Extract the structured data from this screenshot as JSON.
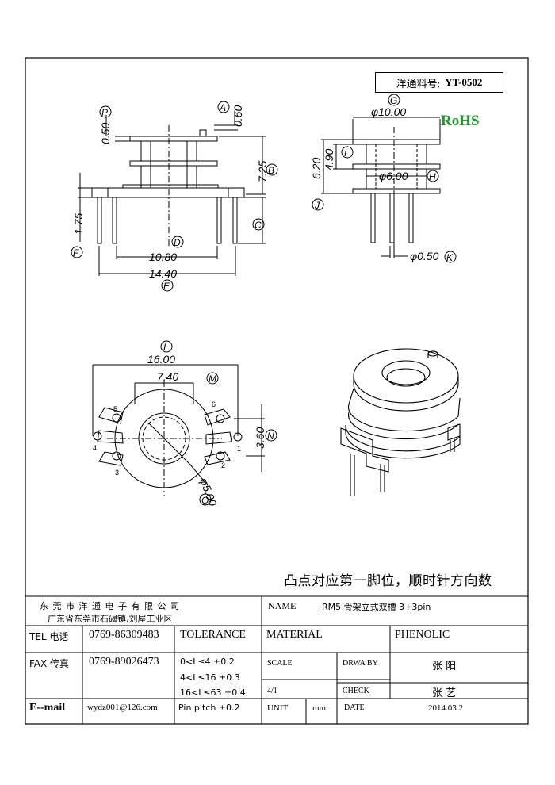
{
  "part_no": {
    "label": "洋通料号:",
    "value": "YT-0502"
  },
  "rohs": "RoHS",
  "note": "凸点对应第一脚位，顺时针方向数",
  "dims": {
    "P": "P",
    "p_val": "0.50",
    "A": "A",
    "a_val": "0.60",
    "B": "B",
    "b_val": "7.25",
    "C": "C",
    "D": "D",
    "d_val": "10.80",
    "E": "E",
    "e_val": "14.40",
    "F": "F",
    "f_val": "1.75",
    "G": "G",
    "g_val": "φ10.00",
    "H": "H",
    "h_val": "φ6.00",
    "I": "I",
    "i_val": "4.90",
    "J": "J",
    "j_val": "6.20",
    "K": "K",
    "k_val": "φ0.50",
    "L": "L",
    "l_val": "16.00",
    "M": "M",
    "m_val": "7.40",
    "N": "N",
    "n_val": "3.60",
    "O": "O",
    "o_val": "φ5.00",
    "pins": [
      "1",
      "2",
      "3",
      "4",
      "5",
      "6"
    ]
  },
  "title_block": {
    "company": "东 莞 市 洋 通 电 子 有 限 公 司",
    "address": "广东省东莞市石碣镇,刘屋工业区",
    "name_label": "NAME",
    "name_value": "RM5 骨架立式双槽  3+3pin",
    "tel_label": "TEL 电话",
    "tel_value": "0769-86309483",
    "tolerance_label": "TOLERANCE",
    "material_label": "MATERIAL",
    "material_value": "PHENOLIC",
    "fax_label": "FAX 传真",
    "fax_value": "0769-89026473",
    "tol_1": "0<L≤4   ±0.2",
    "tol_2": "4<L≤16  ±0.3",
    "tol_3": "16<L≤63  ±0.4",
    "pin_pitch": "Pin pitch  ±0.2",
    "scale_label": "SCALE",
    "scale_value": "4/1",
    "drawn_label": "DRWA BY",
    "drawn_value": "张 阳",
    "check_label": "CHECK",
    "check_value": "张 艺",
    "email_label": "E--mail",
    "email_value": "wydz001@126.com",
    "unit_label": "UNIT",
    "unit_value": "mm",
    "date_label": "DATE",
    "date_value": "2014.03.2"
  }
}
